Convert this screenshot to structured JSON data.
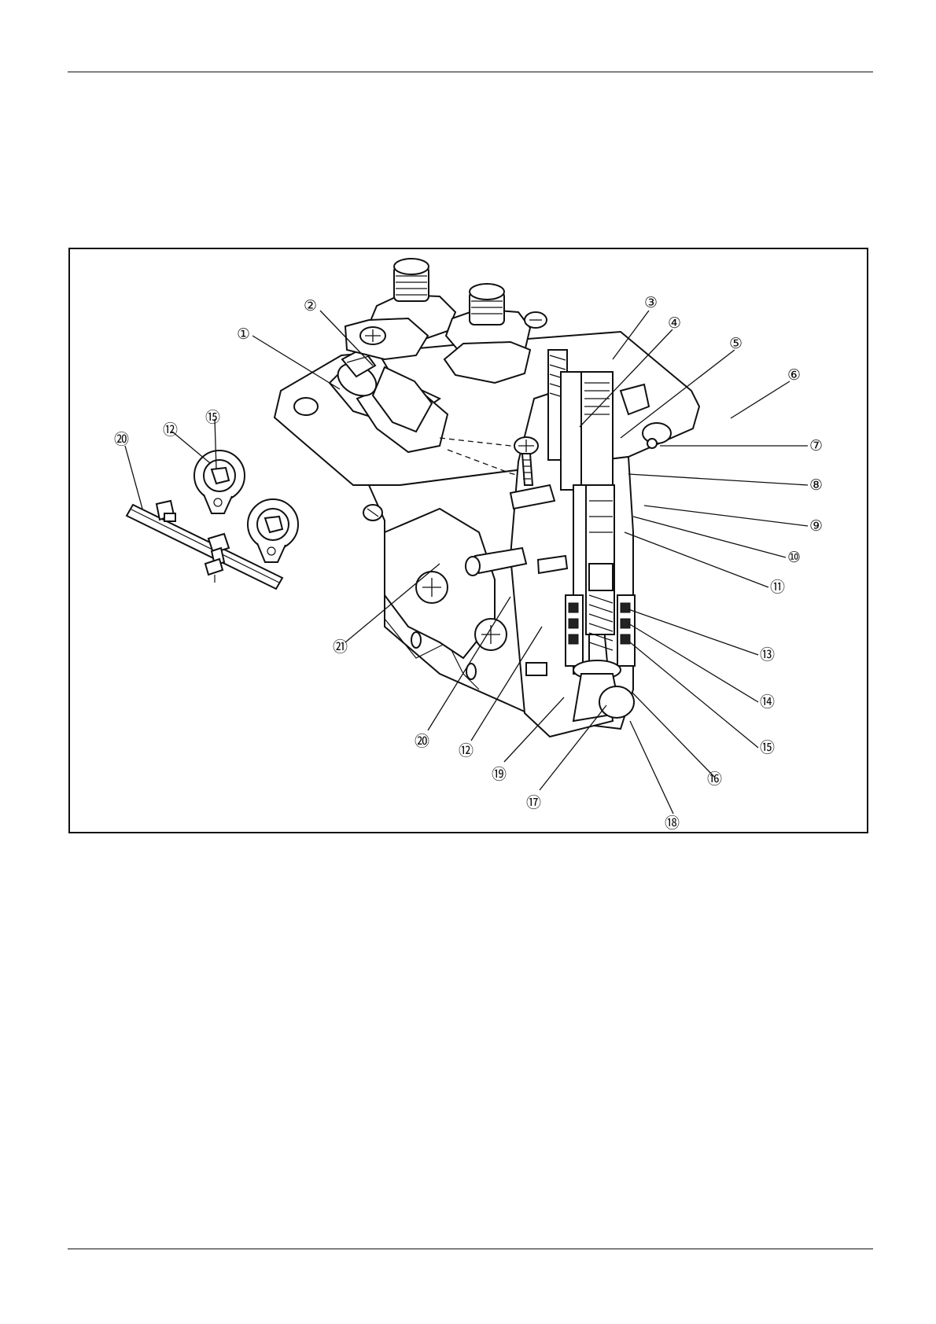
{
  "figure": {
    "callouts": [
      "①",
      "②",
      "③",
      "④",
      "⑤",
      "⑥",
      "⑦",
      "⑧",
      "⑨",
      "⑩",
      "⑪",
      "⑫",
      "⑬",
      "⑭",
      "⑮",
      "⑯",
      "⑰",
      "⑱",
      "⑲",
      "⑳",
      "㉑"
    ],
    "inset_callouts": [
      "⑳",
      "⑫",
      "⑮"
    ]
  }
}
